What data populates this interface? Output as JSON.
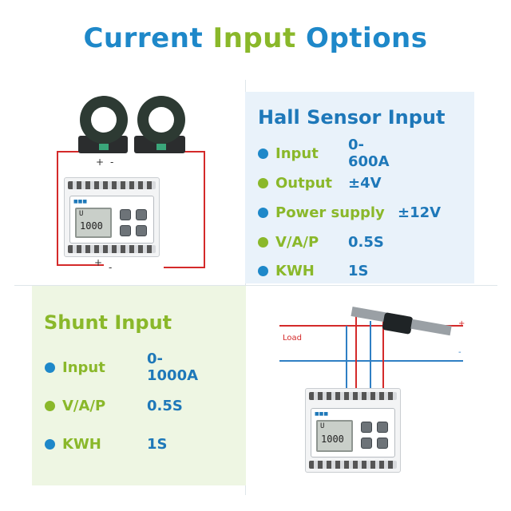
{
  "title": {
    "part1": "Current",
    "part2": "Input",
    "part3": "Options"
  },
  "hall": {
    "title": "Hall Sensor Input",
    "specs": [
      {
        "label": "Input",
        "value": "0-600A",
        "dot": "blue"
      },
      {
        "label": "Output",
        "value": "±4V",
        "dot": "green"
      },
      {
        "label": "Power supply",
        "value": "±12V",
        "dot": "blue"
      },
      {
        "label": "V/A/P",
        "value": "0.5S",
        "dot": "green"
      },
      {
        "label": "KWH",
        "value": "1S",
        "dot": "blue"
      }
    ]
  },
  "shunt": {
    "title": "Shunt Input",
    "specs": [
      {
        "label": "Input",
        "value": "0-1000A",
        "dot": "blue"
      },
      {
        "label": "V/A/P",
        "value": "0.5S",
        "dot": "green"
      },
      {
        "label": "KWH",
        "value": "1S",
        "dot": "blue"
      }
    ]
  },
  "diagram": {
    "load_label": "Load",
    "plus": "+",
    "minus": "-",
    "lcd_unit": "U",
    "lcd_value": "1000"
  },
  "colors": {
    "blue": "#1e88c9",
    "green": "#8ab82a",
    "hall_bg": "#e9f2fa",
    "shunt_bg": "#eef6e3",
    "wire_red": "#d42a2a",
    "wire_blue": "#2f7fc4"
  }
}
